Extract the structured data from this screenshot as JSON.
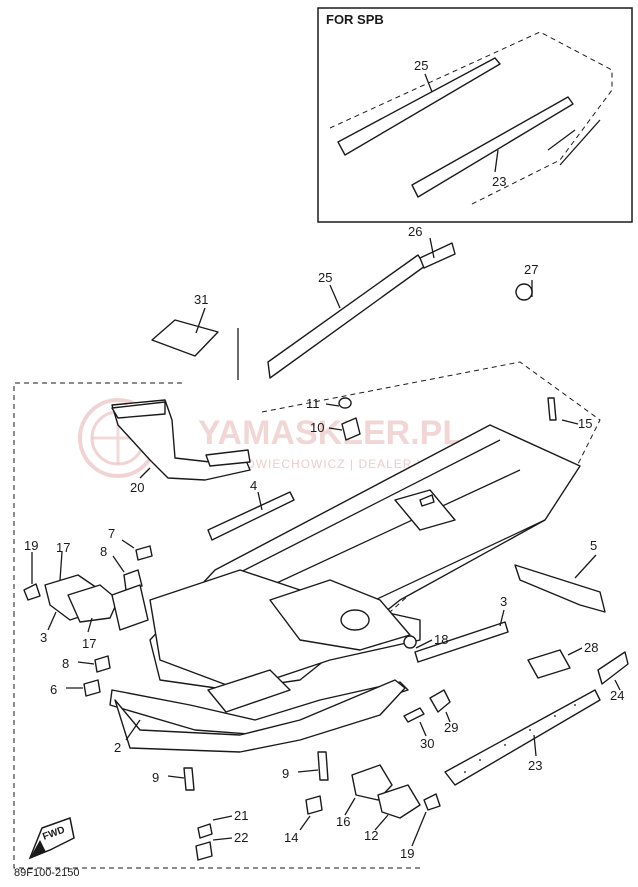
{
  "inset": {
    "title": "FOR SPB",
    "labels": [
      "25",
      "23"
    ]
  },
  "watermark": {
    "brand": "YAMASKLER.PL",
    "subtitle": "OLSZOWIECHOWICZ | DEALER YAMAHA"
  },
  "callouts": [
    "26",
    "25",
    "31",
    "27",
    "11",
    "10",
    "15",
    "20",
    "4",
    "7",
    "8",
    "19",
    "17",
    "17",
    "3",
    "8",
    "6",
    "2",
    "5",
    "3",
    "18",
    "28",
    "24",
    "29",
    "30",
    "23",
    "9",
    "9",
    "21",
    "22",
    "14",
    "16",
    "12",
    "19"
  ],
  "fwd_label": "FWD",
  "diagram_code": "89F100-2150"
}
